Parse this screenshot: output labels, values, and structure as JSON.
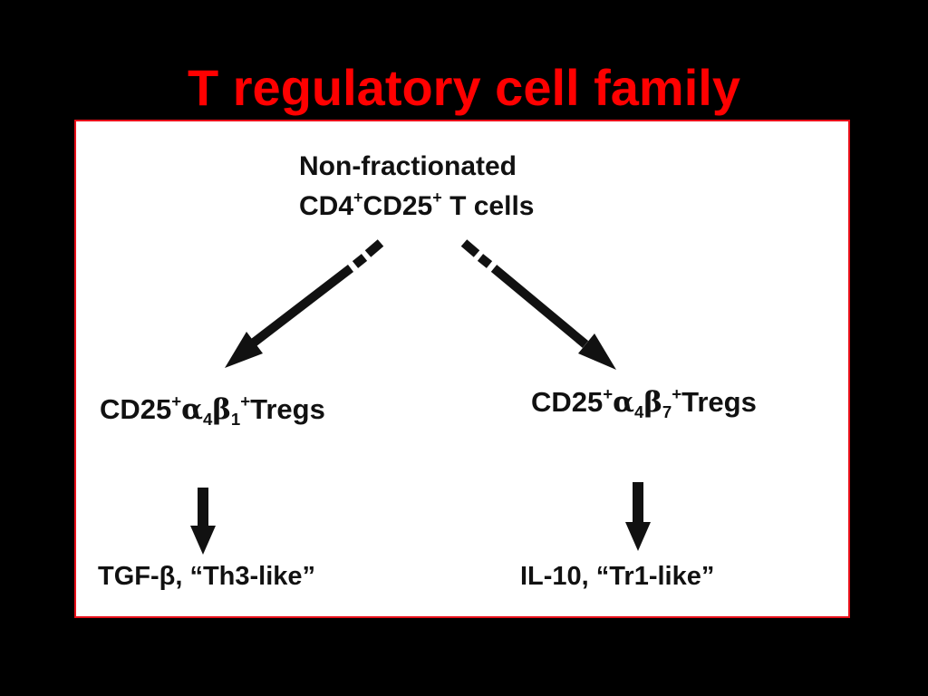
{
  "slide": {
    "title": "T regulatory cell family",
    "title_color": "#ff0000",
    "background_color": "#000000",
    "panel_border_color": "#e8101a"
  },
  "diagram": {
    "root": {
      "line1": "Non-fractionated",
      "line2_a": "CD4",
      "line2_sup_a": "+",
      "line2_b": "CD25",
      "line2_sup_b": "+",
      "line2_c": " T cells"
    },
    "left_branch": {
      "label_prefix": "CD25",
      "label_sup1": "+",
      "greek_alpha": "α",
      "sub_alpha": "4",
      "greek_beta": "β",
      "sub_beta": "1",
      "label_sup2": "+",
      "label_suffix": "Tregs",
      "product": "TGF-β, “Th3-like”"
    },
    "right_branch": {
      "label_prefix": "CD25",
      "label_sup1": "+",
      "greek_alpha": "α",
      "sub_alpha": "4",
      "greek_beta": "β",
      "sub_beta": "7",
      "label_sup2": "+",
      "label_suffix": "Tregs",
      "product": "IL-10, “Tr1-like”"
    },
    "icons": {
      "root_to_left": "diagonal-arrow-icon",
      "root_to_right": "diagonal-arrow-icon",
      "left_down": "down-arrow-icon",
      "right_down": "down-arrow-icon"
    }
  }
}
